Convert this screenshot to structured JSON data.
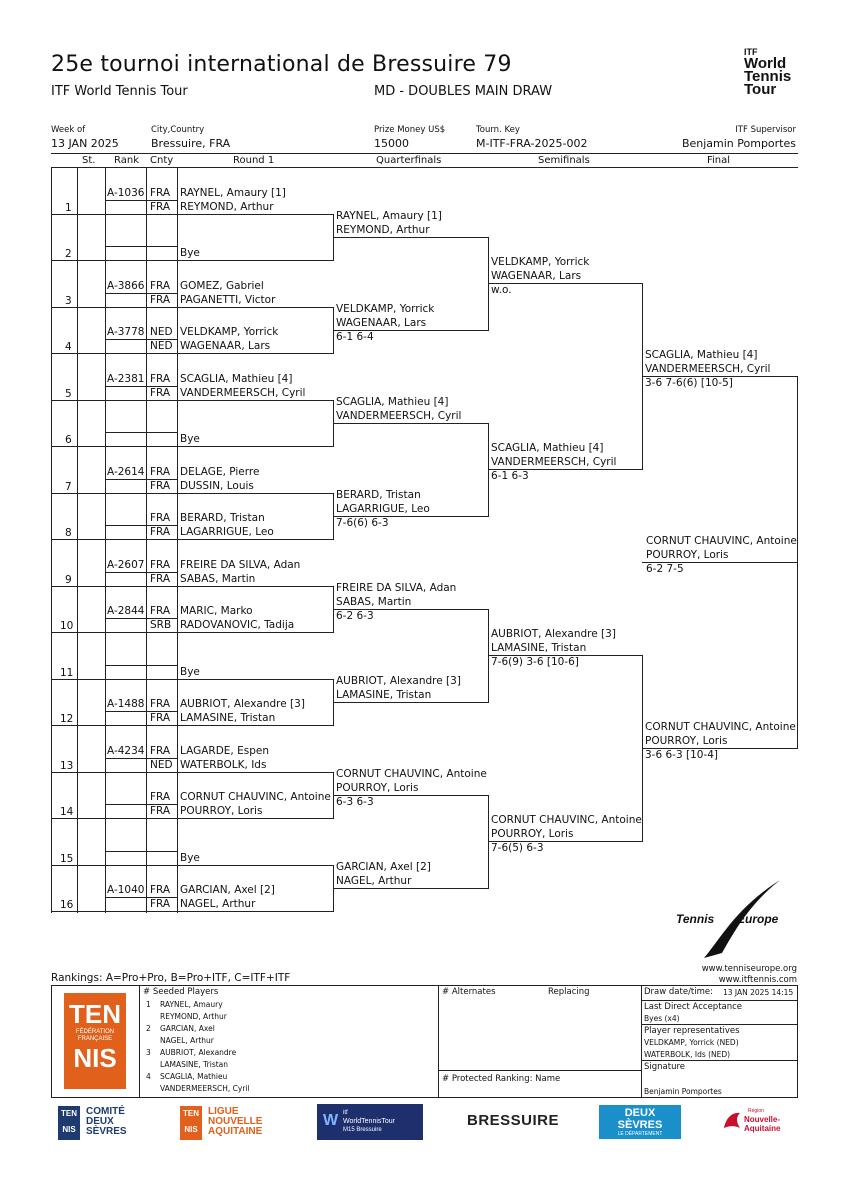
{
  "header": {
    "title": "25e tournoi international de Bressuire 79",
    "subtitle": "ITF World Tennis Tour",
    "event": "MD - DOUBLES MAIN DRAW",
    "itf_logo": [
      "ITF",
      "World",
      "Tennis",
      "Tour"
    ]
  },
  "info": {
    "week_label": "Week of",
    "week_value": "13 JAN 2025",
    "city_label": "City,Country",
    "city_value": "Bressuire, FRA",
    "prize_label": "Prize Money US$",
    "prize_value": "15000",
    "key_label": "Tourn. Key",
    "key_value": "M-ITF-FRA-2025-002",
    "supervisor_label": "ITF Supervisor",
    "supervisor_value": "Benjamin Pomportes"
  },
  "columns": {
    "st": "St.",
    "rank": "Rank",
    "cnty": "Cnty",
    "round1": "Round 1",
    "qf": "Quarterfinals",
    "sf": "Semifinals",
    "final": "Final"
  },
  "draw": [
    {
      "n": "1",
      "rank": "A-1036",
      "c1": "FRA",
      "c2": "FRA",
      "p1": "RAYNEL, Amaury [1]",
      "p2": "REYMOND, Arthur"
    },
    {
      "n": "2",
      "rank": "",
      "c1": "",
      "c2": "",
      "p1": "",
      "p2": "Bye"
    },
    {
      "n": "3",
      "rank": "A-3866",
      "c1": "FRA",
      "c2": "FRA",
      "p1": "GOMEZ, Gabriel",
      "p2": "PAGANETTI, Victor"
    },
    {
      "n": "4",
      "rank": "A-3778",
      "c1": "NED",
      "c2": "NED",
      "p1": "VELDKAMP, Yorrick",
      "p2": "WAGENAAR, Lars"
    },
    {
      "n": "5",
      "rank": "A-2381",
      "c1": "FRA",
      "c2": "FRA",
      "p1": "SCAGLIA, Mathieu [4]",
      "p2": "VANDERMEERSCH, Cyril"
    },
    {
      "n": "6",
      "rank": "",
      "c1": "",
      "c2": "",
      "p1": "",
      "p2": "Bye"
    },
    {
      "n": "7",
      "rank": "A-2614",
      "c1": "FRA",
      "c2": "FRA",
      "p1": "DELAGE, Pierre",
      "p2": "DUSSIN, Louis"
    },
    {
      "n": "8",
      "rank": "",
      "c1": "FRA",
      "c2": "FRA",
      "p1": "BERARD, Tristan",
      "p2": "LAGARRIGUE, Leo"
    },
    {
      "n": "9",
      "rank": "A-2607",
      "c1": "FRA",
      "c2": "FRA",
      "p1": "FREIRE DA SILVA, Adan",
      "p2": "SABAS, Martin"
    },
    {
      "n": "10",
      "rank": "A-2844",
      "c1": "FRA",
      "c2": "SRB",
      "p1": "MARIC, Marko",
      "p2": "RADOVANOVIC, Tadija"
    },
    {
      "n": "11",
      "rank": "",
      "c1": "",
      "c2": "",
      "p1": "",
      "p2": "Bye"
    },
    {
      "n": "12",
      "rank": "A-1488",
      "c1": "FRA",
      "c2": "FRA",
      "p1": "AUBRIOT, Alexandre [3]",
      "p2": "LAMASINE, Tristan"
    },
    {
      "n": "13",
      "rank": "A-4234",
      "c1": "FRA",
      "c2": "NED",
      "p1": "LAGARDE, Espen",
      "p2": "WATERBOLK, Ids"
    },
    {
      "n": "14",
      "rank": "",
      "c1": "FRA",
      "c2": "FRA",
      "p1": "CORNUT CHAUVINC, Antoine",
      "p2": "POURROY, Loris"
    },
    {
      "n": "15",
      "rank": "",
      "c1": "",
      "c2": "",
      "p1": "",
      "p2": "Bye"
    },
    {
      "n": "16",
      "rank": "A-1040",
      "c1": "FRA",
      "c2": "FRA",
      "p1": "GARCIAN, Axel [2]",
      "p2": "NAGEL, Arthur"
    }
  ],
  "qf": [
    {
      "p1": "RAYNEL, Amaury [1]",
      "p2": "REYMOND, Arthur",
      "score": ""
    },
    {
      "p1": "VELDKAMP, Yorrick",
      "p2": "WAGENAAR, Lars",
      "score": "6-1 6-4"
    },
    {
      "p1": "SCAGLIA, Mathieu [4]",
      "p2": "VANDERMEERSCH, Cyril",
      "score": ""
    },
    {
      "p1": "BERARD, Tristan",
      "p2": "LAGARRIGUE, Leo",
      "score": "7-6(6) 6-3"
    },
    {
      "p1": "FREIRE DA SILVA, Adan",
      "p2": "SABAS, Martin",
      "score": "6-2 6-3"
    },
    {
      "p1": "AUBRIOT, Alexandre [3]",
      "p2": "LAMASINE, Tristan",
      "score": ""
    },
    {
      "p1": "CORNUT CHAUVINC, Antoine",
      "p2": "POURROY, Loris",
      "score": "6-3 6-3"
    },
    {
      "p1": "GARCIAN, Axel [2]",
      "p2": "NAGEL, Arthur",
      "score": ""
    }
  ],
  "sf": [
    {
      "p1": "VELDKAMP, Yorrick",
      "p2": "WAGENAAR, Lars",
      "score": "w.o."
    },
    {
      "p1": "SCAGLIA, Mathieu [4]",
      "p2": "VANDERMEERSCH, Cyril",
      "score": "6-1 6-3"
    },
    {
      "p1": "AUBRIOT, Alexandre [3]",
      "p2": "LAMASINE, Tristan",
      "score": "7-6(9) 3-6 [10-6]"
    },
    {
      "p1": "CORNUT CHAUVINC, Antoine",
      "p2": "POURROY, Loris",
      "score": "7-6(5) 6-3"
    }
  ],
  "final": [
    {
      "p1": "SCAGLIA, Mathieu [4]",
      "p2": "VANDERMEERSCH, Cyril",
      "score": "3-6 7-6(6) [10-5]"
    },
    {
      "p1": "CORNUT CHAUVINC, Antoine",
      "p2": "POURROY, Loris",
      "score": "3-6 6-3 [10-4]"
    }
  ],
  "champion": {
    "p1": "CORNUT CHAUVINC, Antoine",
    "p2": "POURROY, Loris",
    "score": "6-2 7-5"
  },
  "footer": {
    "te_logo": [
      "Tennis",
      "Europe"
    ],
    "url1": "www.tenniseurope.org",
    "url2": "www.itftennis.com",
    "rankings_note": "Rankings: A=Pro+Pro, B=Pro+ITF, C=ITF+ITF",
    "seeded_label": "# Seeded Players",
    "seeds": [
      {
        "n": "1",
        "a": "RAYNEL, Amaury",
        "b": "REYMOND, Arthur"
      },
      {
        "n": "2",
        "a": "GARCIAN, Axel",
        "b": "NAGEL, Arthur"
      },
      {
        "n": "3",
        "a": "AUBRIOT, Alexandre",
        "b": "LAMASINE, Tristan"
      },
      {
        "n": "4",
        "a": "SCAGLIA, Mathieu",
        "b": "VANDERMEERSCH, Cyril"
      }
    ],
    "alternates_label": "# Alternates",
    "replacing_label": "Replacing",
    "protected_label": "# Protected Ranking: Name",
    "draw_date_label": "Draw date/time:",
    "draw_date_value": "13 JAN 2025 14:15",
    "lda_label": "Last Direct Acceptance",
    "lda_value": "Byes (x4)",
    "reps_label": "Player representatives",
    "rep1": "VELDKAMP, Yorrick (NED)",
    "rep2": "WATERBOLK, Ids (NED)",
    "signature_label": "Signature",
    "signature_name": "Benjamin Pomportes",
    "fft_logo": [
      "TEN",
      "FÉDÉRATION",
      "FRANÇAISE",
      "NIS"
    ]
  },
  "sponsors": {
    "s1": [
      "TEN",
      "NIS",
      "COMITÉ",
      "DEUX",
      "SÈVRES"
    ],
    "s2": [
      "TEN",
      "NIS",
      "LIGUE",
      "NOUVELLE",
      "AQUITAINE"
    ],
    "s3": [
      "itf",
      "WorldTennisTour",
      "M15 Bressuire"
    ],
    "s4": "BRESSUIRE",
    "s5": [
      "DEUX",
      "SÈVRES",
      "LE DÉPARTEMENT"
    ],
    "s6": [
      "Région",
      "Nouvelle-",
      "Aquitaine"
    ]
  },
  "colors": {
    "fft_orange": "#e0601c",
    "itf_blue": "#1e3f8c",
    "ds_blue": "#1a8fc9",
    "na_red": "#c8102e"
  }
}
